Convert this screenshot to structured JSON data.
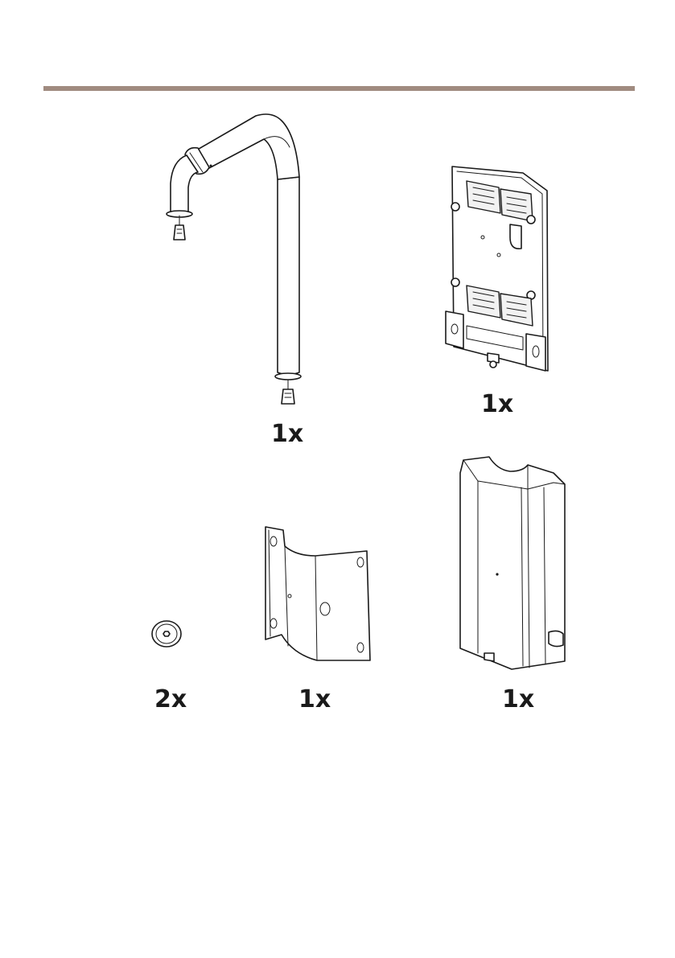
{
  "header": {
    "rule_color": "#a08b80"
  },
  "parts": [
    {
      "name": "pole-arm",
      "quantity": "1x"
    },
    {
      "name": "mounting-bracket-plate",
      "quantity": "1x"
    },
    {
      "name": "screw",
      "quantity": "2x"
    },
    {
      "name": "corner-bracket",
      "quantity": "1x"
    },
    {
      "name": "cover",
      "quantity": "1x"
    }
  ]
}
